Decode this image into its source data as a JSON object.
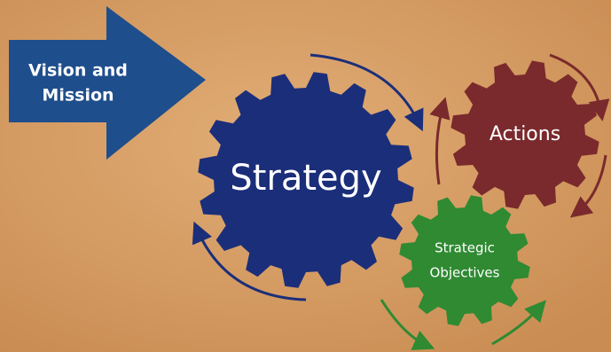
{
  "diagram": {
    "arrow_label_line1": "Vision and",
    "arrow_label_line2": "Mission",
    "strategy_label": "Strategy",
    "actions_label": "Actions",
    "objectives_label_line1": "Strategic",
    "objectives_label_line2": "Objectives"
  },
  "colors": {
    "background_light": "#e1ad76",
    "background_dark": "#c98c52",
    "vision_arrow": "#1f4e8c",
    "strategy_gear": "#1b2e7a",
    "actions_gear": "#7a2a2c",
    "objectives_gear": "#2f8a32",
    "cycle_arrow_blue": "#1b2e7a",
    "cycle_arrow_red": "#7a2a2c",
    "cycle_arrow_green": "#2f8a32"
  }
}
